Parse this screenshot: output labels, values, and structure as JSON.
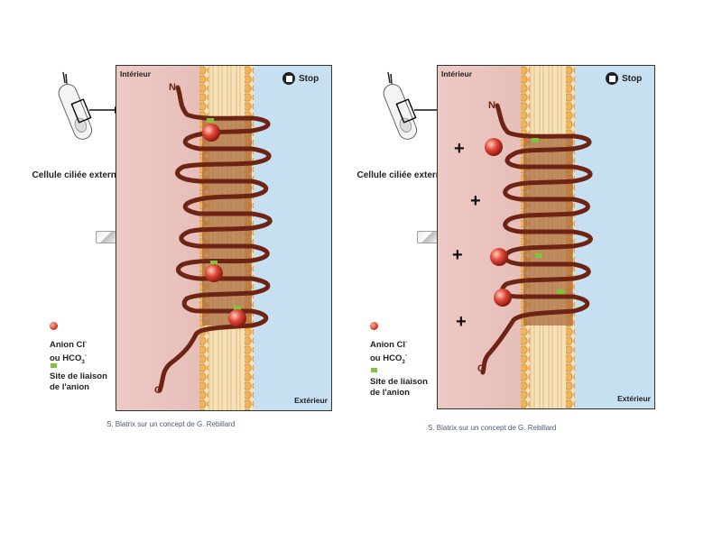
{
  "panels": [
    {
      "interior_label": "Intérieur",
      "exterior_label": "Extérieur",
      "stop_label": "Stop",
      "n_label": "N",
      "c_label": "C",
      "cell_label": "Cellule ciliée externe",
      "legend_anion": [
        "Anion Cl",
        "ou HCO"
      ],
      "legend_site": [
        "Site de liaison",
        "de l'anion"
      ],
      "credit": "S. Blatrix sur un concept de G. Rebillard",
      "signs": []
    },
    {
      "interior_label": "Intérieur",
      "exterior_label": "Extérieur",
      "stop_label": "Stop",
      "n_label": "N",
      "c_label": "C",
      "cell_label": "Cellule ciliée externe",
      "legend_anion": [
        "Anion Cl",
        "ou HCO"
      ],
      "legend_site": [
        "Site de liaison",
        "de l'anion"
      ],
      "credit": "S. Blatrix sur un concept de G. Rebillard",
      "signs": [
        "+",
        "+",
        "+",
        "+"
      ]
    }
  ],
  "colors": {
    "interior": "#e8c4bf",
    "exterior": "#c5dff0",
    "lipid_head": "#f2b25a",
    "protein": "#6e2414",
    "anion": "#e04a3a",
    "binding_site": "#7fc43a"
  },
  "icons": [
    "cell-icon",
    "stop-icon",
    "slider-handle",
    "anion-icon",
    "binding-site-icon"
  ]
}
